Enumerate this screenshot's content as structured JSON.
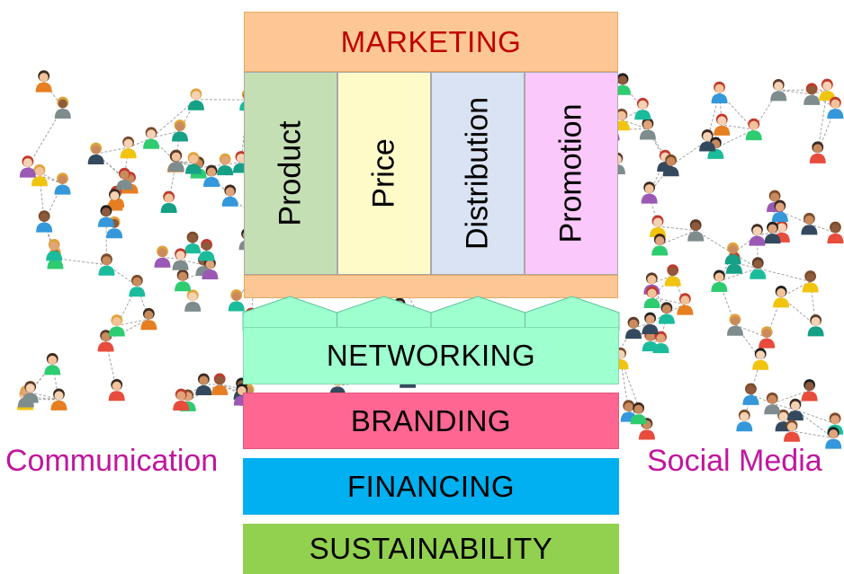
{
  "diagram": {
    "top": {
      "label": "MARKETING",
      "fill": "#fcc795",
      "text_color": "#c00000"
    },
    "pillars": [
      {
        "label": "Product",
        "fill": "#c5dfb4"
      },
      {
        "label": "Price",
        "fill": "#fefbc9"
      },
      {
        "label": "Distribution",
        "fill": "#dae3f3"
      },
      {
        "label": "Promotion",
        "fill": "#fbc8fb"
      }
    ],
    "base_bar_fill": "#fcc795",
    "networking": {
      "label": "NETWORKING",
      "fill": "#9effcf"
    },
    "branding": {
      "label": "BRANDING",
      "fill": "#ff6792"
    },
    "financing": {
      "label": "FINANCING",
      "fill": "#00b0f0"
    },
    "sustainability": {
      "label": "SUSTAINABILITY",
      "fill": "#92d050"
    },
    "side_labels": {
      "left": "Communication",
      "right": "Social Media",
      "color": "#c0169e"
    }
  }
}
